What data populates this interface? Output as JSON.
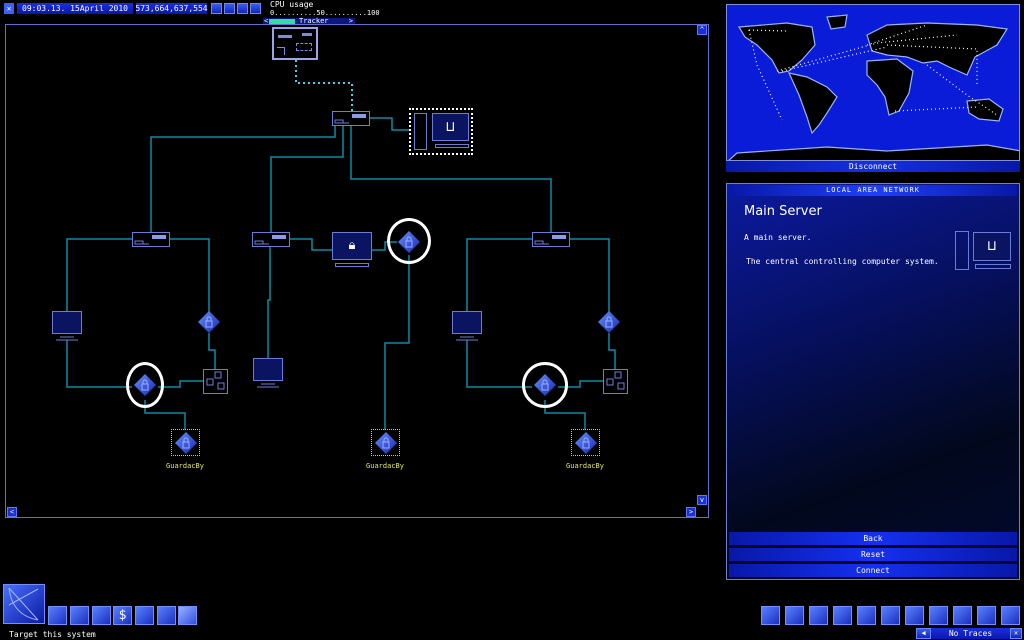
{
  "topbar": {
    "date": "09:03.13. 15April 2010",
    "balance": "573,664,637,554",
    "cpu_label": "CPU usage",
    "cpu_scale": "0..........50..........100",
    "tracker_label": "Tracker",
    "tracker_left": "<",
    "tracker_right": ">"
  },
  "network": {
    "nodes": [
      {
        "type": "gateway"
      },
      {
        "type": "router"
      },
      {
        "type": "main-server"
      },
      {
        "type": "router"
      },
      {
        "type": "router"
      },
      {
        "type": "router"
      },
      {
        "type": "terminal"
      },
      {
        "type": "lock"
      },
      {
        "type": "switch"
      },
      {
        "type": "lock",
        "targeted": true
      },
      {
        "type": "lock",
        "label": "GuardacBy"
      },
      {
        "type": "terminal"
      },
      {
        "type": "locked-terminal"
      },
      {
        "type": "lock",
        "targeted": true
      },
      {
        "type": "lock",
        "label": "GuardacBy"
      },
      {
        "type": "terminal"
      },
      {
        "type": "lock"
      },
      {
        "type": "switch"
      },
      {
        "type": "lock",
        "targeted": true
      },
      {
        "type": "lock",
        "label": "GuardacBy"
      }
    ],
    "guard_label": "GuardacBy"
  },
  "map": {
    "disconnect_label": "Disconnect"
  },
  "panel": {
    "header": "LOCAL AREA NETWORK",
    "title": "Main Server",
    "line1": "A main server.",
    "line2": "The central controlling computer system.",
    "buttons": [
      "Back",
      "Reset",
      "Connect"
    ]
  },
  "bottom": {
    "status": "Target this system",
    "traces": "No Traces",
    "left_icons": [
      "computer-icon",
      "memory-icon",
      "world-icon",
      "finance-icon",
      "email-icon",
      "network-icon",
      "status-icon"
    ],
    "right_icon_count": 11
  },
  "colors": {
    "link": "#0a8ca8",
    "node": "#6a7cd8",
    "accent": "#1a30e0",
    "label": "#e8e860"
  }
}
